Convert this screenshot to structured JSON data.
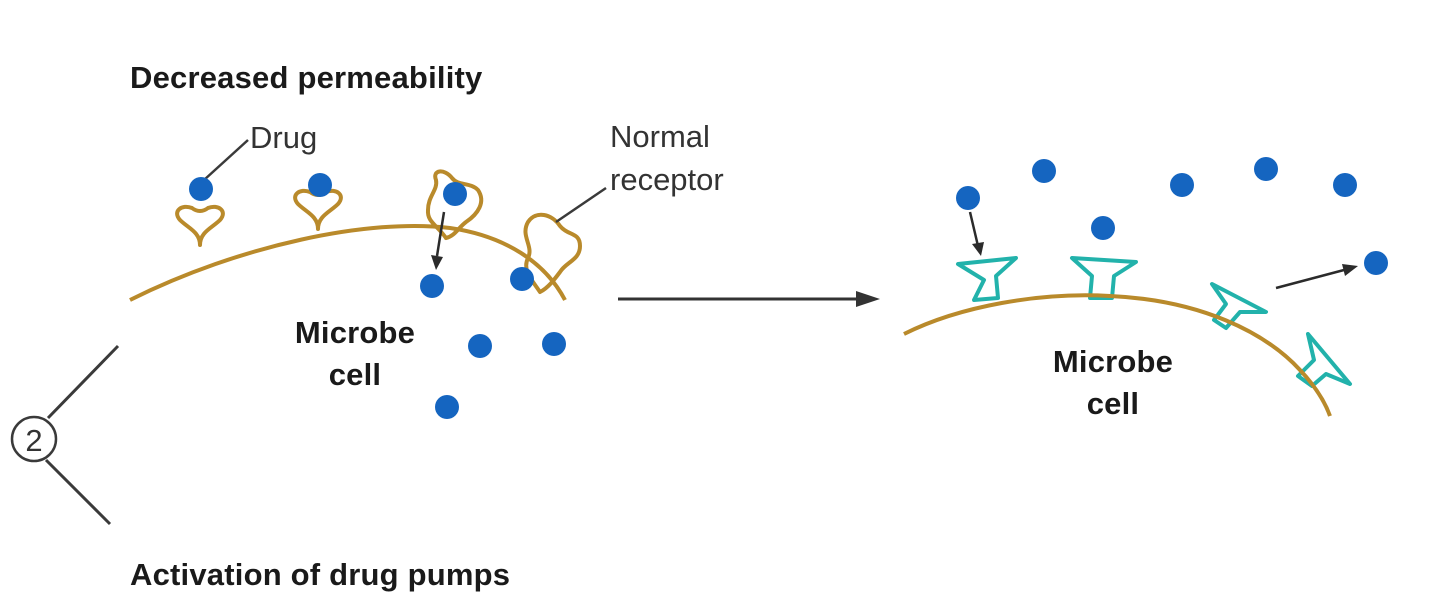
{
  "labels": {
    "heading_top": "Decreased permeability",
    "heading_bottom": "Activation of drug pumps",
    "drug": "Drug",
    "receptor_line1": "Normal",
    "receptor_line2": "receptor",
    "cell_left_line1": "Microbe",
    "cell_left_line2": "cell",
    "cell_right_line1": "Microbe",
    "cell_right_line2": "cell",
    "step_number": "2"
  },
  "colors": {
    "membrane": "#b98a2b",
    "normal_receptor": "#b98a2b",
    "altered_receptor": "#22b2ab",
    "drug": "#1565c0",
    "line": "#3a3a3a",
    "text": "#1a1a1a"
  }
}
